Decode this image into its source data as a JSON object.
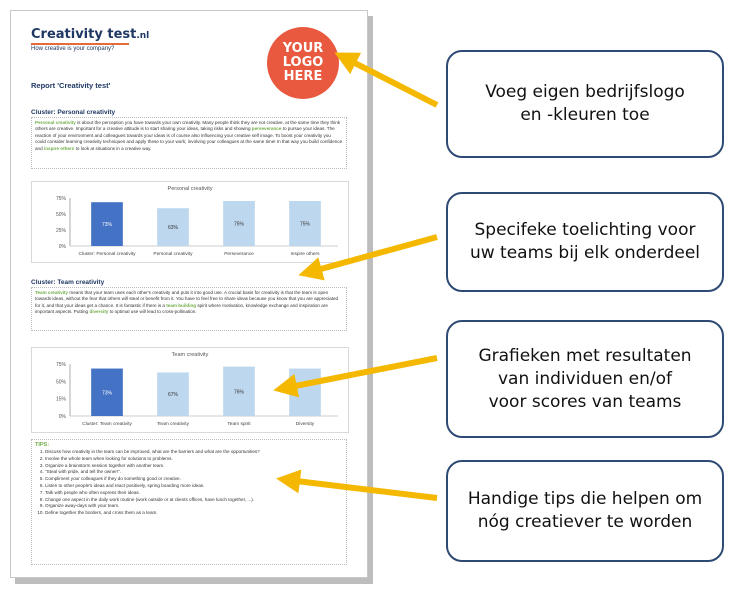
{
  "report": {
    "brand_name": "Creativity test",
    "brand_suffix": ".nl",
    "tagline": "How creative is your company?",
    "logo_text": "YOUR\nLOGO\nHERE",
    "title": "Report 'Creativity test'",
    "cluster1_title": "Cluster: Personal creativity",
    "cluster1_paragraph": [
      {
        "t": "Personal creativity",
        "hl": true
      },
      {
        "t": " is about the perception you have towards your own creativity. Many people think they are not creative, at the same time they think others are creative. Important for a creative attitude is to start sharing your ideas, taking risks and showing ",
        "hl": false
      },
      {
        "t": "perseverance",
        "hl": true
      },
      {
        "t": " to pursue your ideas. The reaction of your environment and colleagues towards your ideas is of course also influencing your creative self image. To boost your creativity you could consider learning creativity techniques and apply these to your work; involving your colleagues at the same time! In that way you build confidence and ",
        "hl": false
      },
      {
        "t": "inspire others",
        "hl": true
      },
      {
        "t": " to look at situations in a creative way.",
        "hl": false
      }
    ],
    "cluster2_title": "Cluster: Team creativity",
    "cluster2_paragraph": [
      {
        "t": "Team creativity",
        "hl": true
      },
      {
        "t": " means that your team uses each other's creativity and puts it into good use. A crucial basis for creativity is that the team is open towards ideas, without the fear that others will steal or benefit from it. You have to feel free to share ideas because you know that you are appreciated for it, and that your ideas get a chance. It is fantastic if there is a ",
        "hl": false
      },
      {
        "t": "team building",
        "hl": true
      },
      {
        "t": " spirit where motivation, knowledge exchange and inspiration are important aspects. Putting ",
        "hl": false
      },
      {
        "t": "diversity",
        "hl": true
      },
      {
        "t": " to optimal use will lead to cross-pollination.",
        "hl": false
      }
    ],
    "tips_title": "TIPS:",
    "tips": [
      "Discuss how creativity in the team can be improved, what are the barriers and what are the opportunities?",
      "Involve the whole team when looking for solutions to problems.",
      "Organize a brainstorm session together with another team.",
      "\"Steal with pride, and tell the owner!\".",
      "Compliment your colleagues if they do something good or creative.",
      "Listen to other people's ideas and react positively, spring boarding more ideas.",
      "Talk with people who often express their ideas.",
      "Change one aspect in the daily work routine (work outside or at clients offices, have lunch together, ...).",
      "Organize away-days with your team.",
      "Define together the borders, and cross them as a team."
    ]
  },
  "chart_data": [
    {
      "type": "bar",
      "title": "Personal creativity",
      "categories": [
        "Cluster: Personal creativity",
        "Personal creativity",
        "Perseverance",
        "Inspire others"
      ],
      "values": [
        73,
        63,
        75,
        75
      ],
      "value_labels": [
        "73%",
        "63%",
        "75%",
        "75%"
      ],
      "yticks": [
        "75%",
        "50%",
        "25%",
        "0%"
      ],
      "ylim": [
        0,
        80
      ],
      "colors": [
        "#4472c4",
        "#bdd7ee",
        "#bdd7ee",
        "#bdd7ee"
      ]
    },
    {
      "type": "bar",
      "title": "Team creativity",
      "categories": [
        "Cluster: Team creativity",
        "Team creativity",
        "Team spirit",
        "Diversity"
      ],
      "values": [
        73,
        67,
        76,
        73
      ],
      "value_labels": [
        "73%",
        "67%",
        "76%",
        ""
      ],
      "yticks": [
        "75%",
        "50%",
        "15%",
        "0%"
      ],
      "ylim": [
        0,
        80
      ],
      "colors": [
        "#4472c4",
        "#bdd7ee",
        "#bdd7ee",
        "#bdd7ee"
      ]
    }
  ],
  "callouts": [
    "Voeg eigen bedrijfslogo\nen -kleuren toe",
    "Specifeke toelichting voor\nuw teams bij elk onderdeel",
    "Grafieken met resultaten\nvan individuen en/of\nvoor scores van teams",
    "Handige tips die helpen om\nnóg creatiever te worden"
  ],
  "colors": {
    "accent_green": "#70ad47",
    "navy": "#1f3864",
    "logo_orange": "#e8593f",
    "arrow": "#f5b800",
    "callout_border": "#2e4a74"
  }
}
